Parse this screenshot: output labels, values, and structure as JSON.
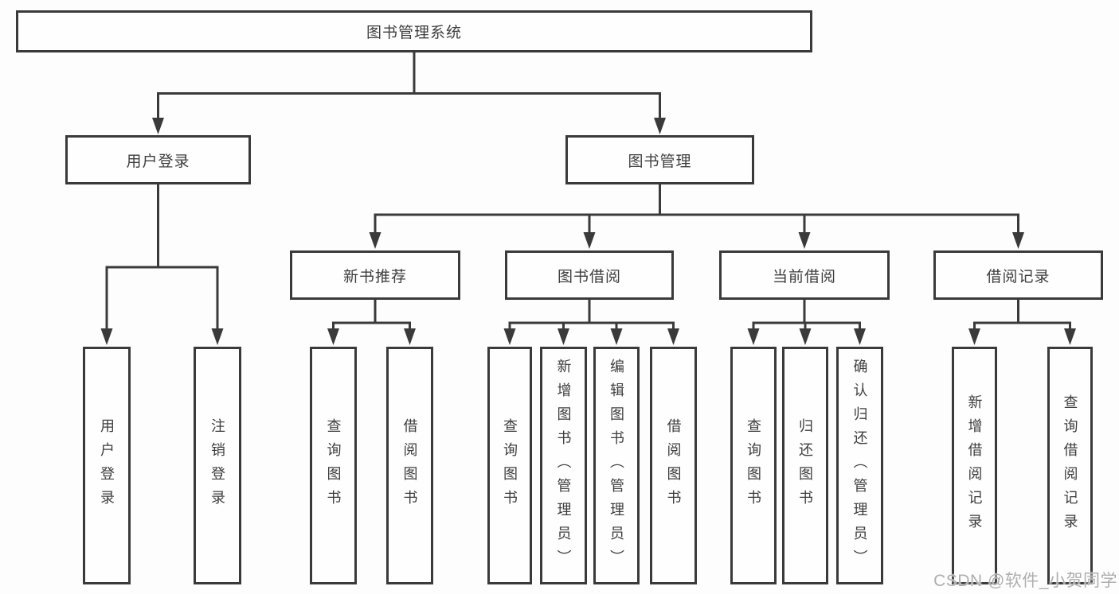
{
  "diagram": {
    "root": {
      "label": "图书管理系统"
    },
    "level2": [
      {
        "label": "用户登录"
      },
      {
        "label": "图书管理"
      }
    ],
    "level3": [
      {
        "label": "新书推荐"
      },
      {
        "label": "图书借阅"
      },
      {
        "label": "当前借阅"
      },
      {
        "label": "借阅记录"
      }
    ],
    "leaves": [
      {
        "label": "用户登录",
        "parent": "用户登录"
      },
      {
        "label": "注销登录",
        "parent": "用户登录"
      },
      {
        "label": "查询图书",
        "parent": "新书推荐"
      },
      {
        "label": "借阅图书",
        "parent": "新书推荐"
      },
      {
        "label": "查询图书",
        "parent": "图书借阅"
      },
      {
        "label": "新增图书（管理员）",
        "parent": "图书借阅"
      },
      {
        "label": "编辑图书（管理员）",
        "parent": "图书借阅"
      },
      {
        "label": "借阅图书",
        "parent": "图书借阅"
      },
      {
        "label": "查询图书",
        "parent": "当前借阅"
      },
      {
        "label": "归还图书",
        "parent": "当前借阅"
      },
      {
        "label": "确认归还（管理员）",
        "parent": "当前借阅"
      },
      {
        "label": "新增借阅记录",
        "parent": "借阅记录"
      },
      {
        "label": "查询借阅记录",
        "parent": "借阅记录"
      }
    ],
    "watermark": "CSDN @软件_小贺同学",
    "colors": {
      "line": "#3a3a3a",
      "text": "#3d3d3d",
      "watermark": "#aeaeae",
      "background": "#fdfdfd"
    }
  }
}
